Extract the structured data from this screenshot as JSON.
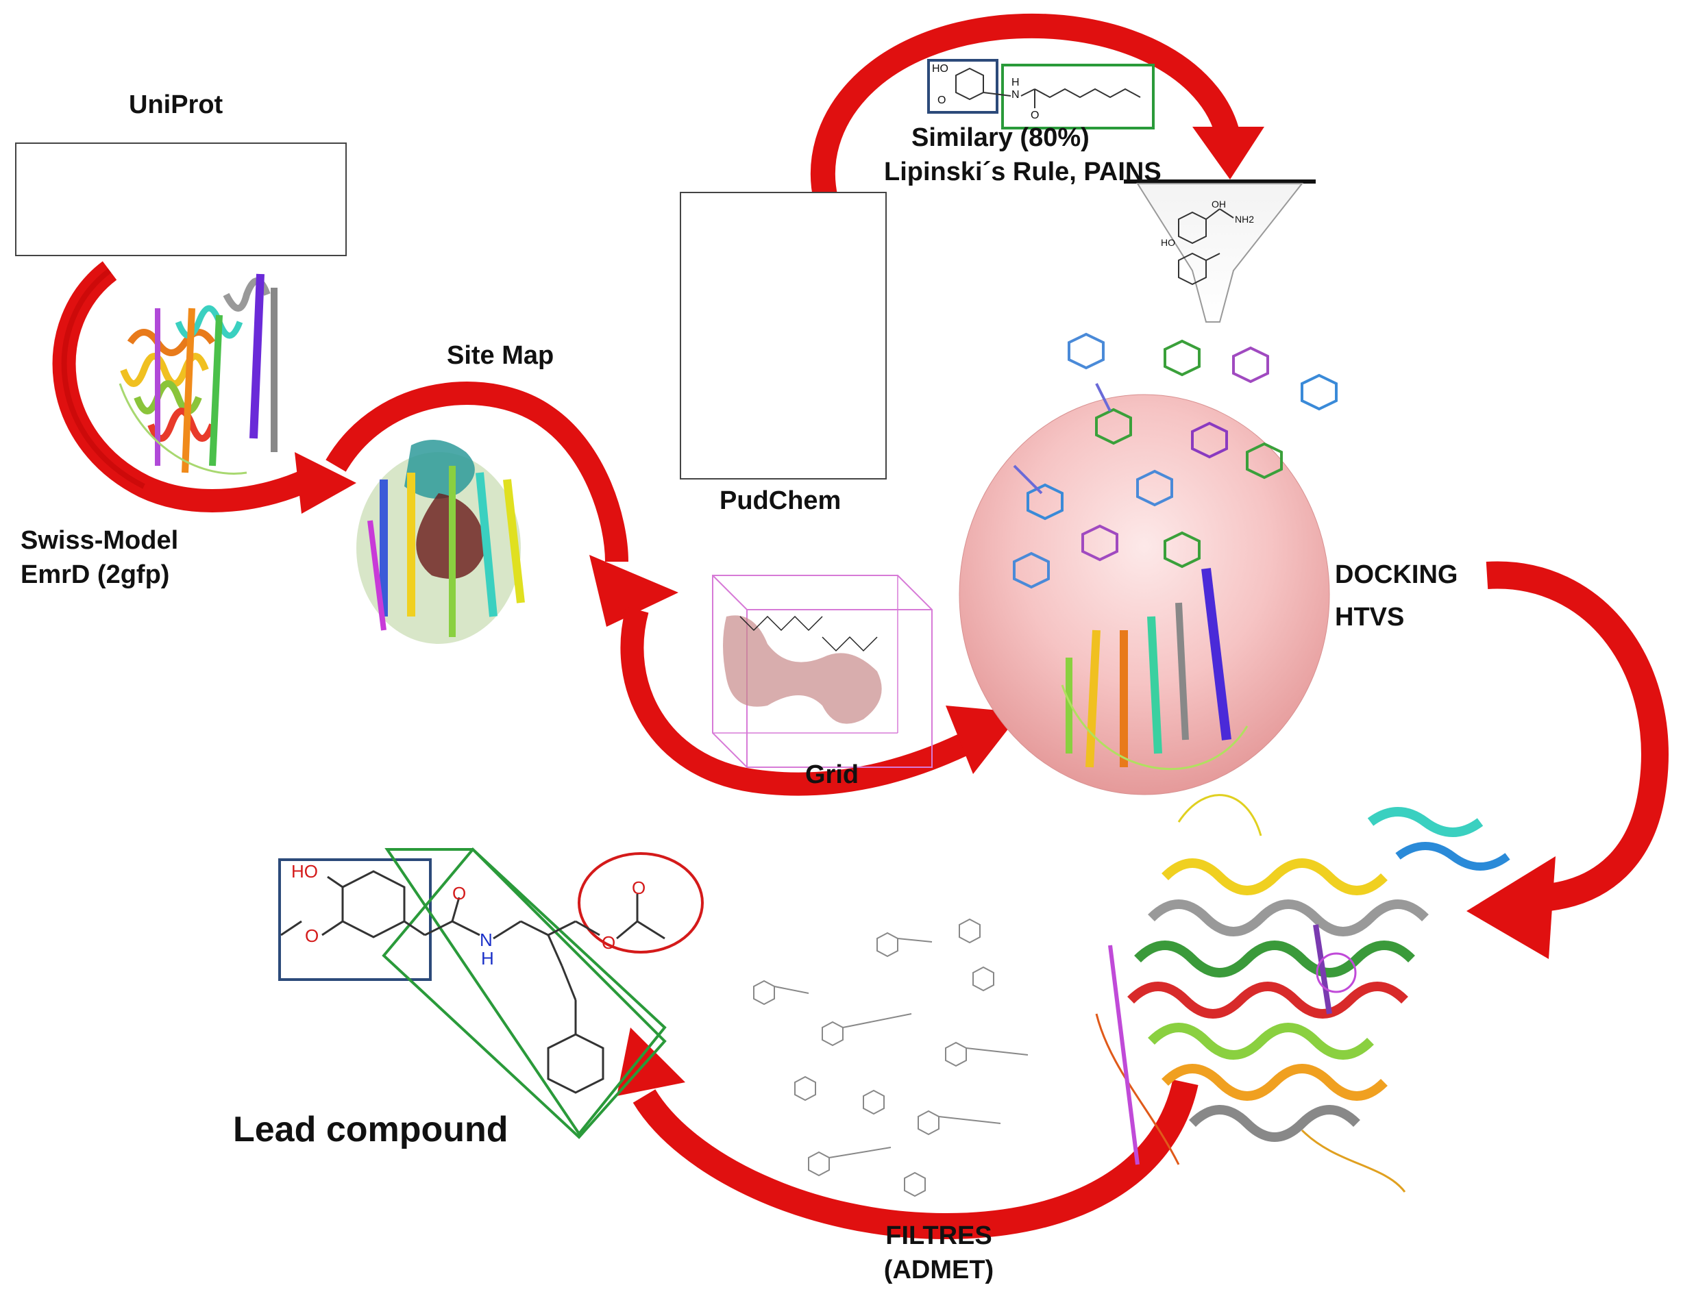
{
  "labels": {
    "uniprot": "UniProt",
    "swiss_model_line1": "Swiss-Model",
    "swiss_model_line2": "EmrD (2gfp)",
    "site_map": "Site Map",
    "grid": "Grid",
    "pudchem": "PudChem",
    "similarity_line1": "Similary (80%)",
    "similarity_line2": "Lipinski´s Rule, PAINS",
    "docking_line1": "DOCKING",
    "docking_line2": "HTVS",
    "filtres_line1": "FILTRES",
    "filtres_line2": "(ADMET)",
    "lead_compound": "Lead compound"
  },
  "structure_labels": {
    "ho": "HO",
    "o": "O",
    "n": "N",
    "h": "H",
    "nh2": "NH2",
    "oh": "OH"
  },
  "colors": {
    "arrow_red": "#e01010",
    "arrow_dark": "#a80000",
    "box_blue": "#2c4a7a",
    "box_green": "#2a9a3a",
    "circle_red": "#d41a1a",
    "sphere_pink": "#f4b9b9",
    "grid_magenta": "#d77ad7",
    "heteroatom_red": "#d41a1a",
    "heteroatom_blue": "#1a30c8"
  }
}
